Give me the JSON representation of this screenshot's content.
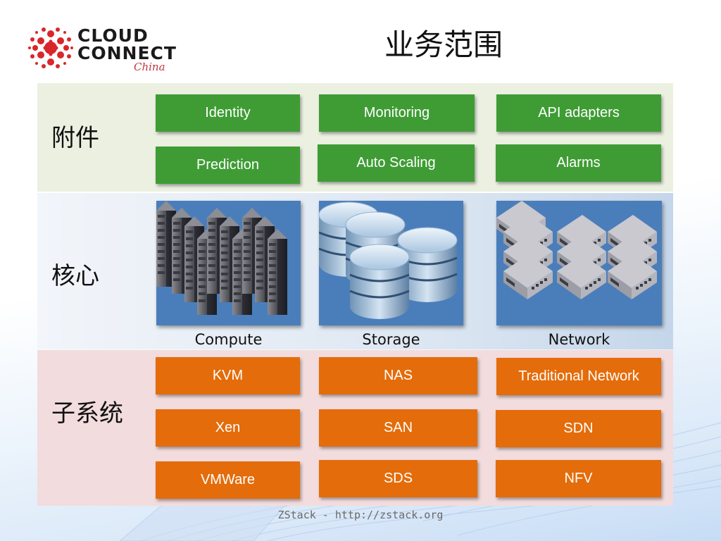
{
  "logo": {
    "line1": "CLOUD",
    "line2": "CONNECT",
    "sub": "China",
    "dot_color": "#d9262b"
  },
  "title": "业务范围",
  "bands": {
    "addons": {
      "label": "附件",
      "color": "#ebf0e1",
      "items": [
        "Identity",
        "Monitoring",
        "API adapters",
        "Prediction",
        "Auto Scaling",
        "Alarms"
      ]
    },
    "core": {
      "label": "核心",
      "items": [
        {
          "label": "Compute",
          "icon": "server-rack-icon"
        },
        {
          "label": "Storage",
          "icon": "database-icon"
        },
        {
          "label": "Network",
          "icon": "network-switch-icon"
        }
      ]
    },
    "subsystems": {
      "label": "子系统",
      "color": "#f2dcdd",
      "items": [
        "KVM",
        "NAS",
        "Traditional Network",
        "Xen",
        "SAN",
        "SDN",
        "VMWare",
        "SDS",
        "NFV"
      ]
    }
  },
  "colors": {
    "addon_box": "#3f9c35",
    "subsystem_box": "#e46c0a",
    "core_tile": "#4a7ebb"
  },
  "footer": "ZStack - http://zstack.org"
}
